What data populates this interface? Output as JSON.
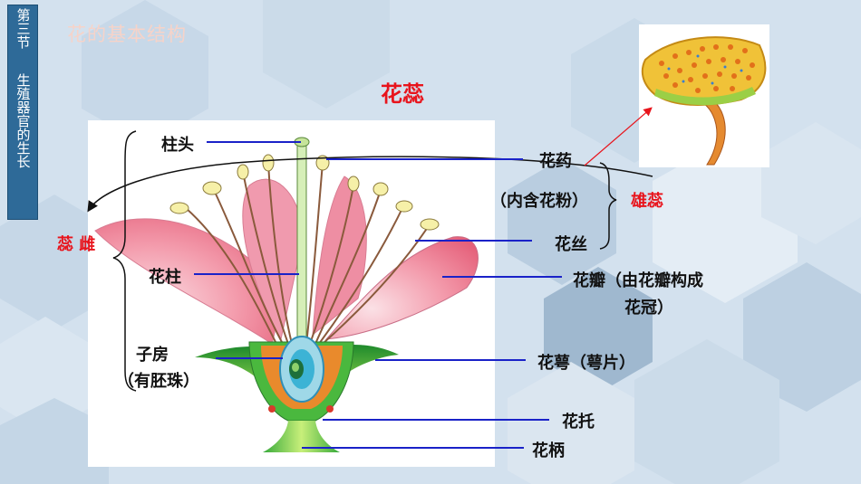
{
  "side_tab": {
    "chapter": "第三节",
    "topic": "生殖器官的生长"
  },
  "slide_title": "花的基本结构",
  "main_title": "花蕊",
  "labels": {
    "stigma": "柱头",
    "anther": "花药",
    "anther_note": "（内含花粉）",
    "stamen": "雄蕊",
    "filament": "花丝",
    "pistil": "蕊 雌",
    "style": "花柱",
    "petal": "花瓣（由花瓣构成",
    "petal_line2": "花冠）",
    "ovary": "子房",
    "ovary_note": "（有胚珠）",
    "sepal": "花萼（萼片）",
    "receptacle": "花托",
    "pedicel": "花柄"
  },
  "colors": {
    "side_tab": "#2e6a98",
    "accent_red": "#e8141c",
    "leader_line": "#1a22c8",
    "petal": "#ef8fa0",
    "sepal": "#3aa33a"
  }
}
